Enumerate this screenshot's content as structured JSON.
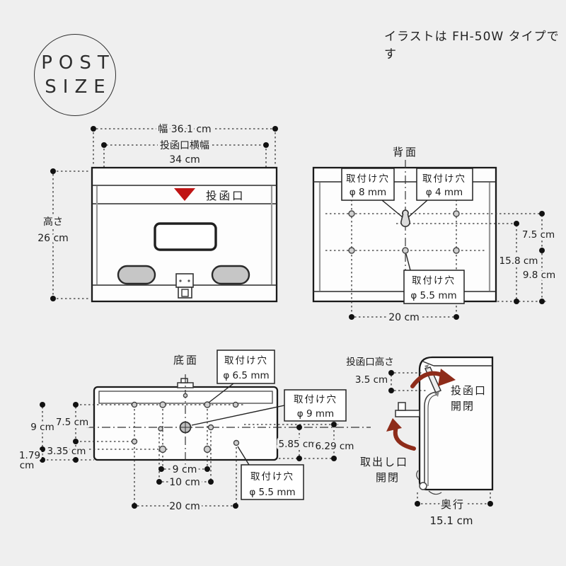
{
  "colors": {
    "background": "#efefef",
    "line": "#1a1a1a",
    "accent_red": "#c01414",
    "arrow_red": "#8e2c1a",
    "hole_gray": "#cfcfcf"
  },
  "logo": {
    "line1": "POST",
    "line2": "SIZE"
  },
  "note": "イラストは FH-50W タイプです",
  "front_view": {
    "width_dim": "幅 36.1 cm",
    "slot_width_label": "投函口横幅",
    "slot_width_value": "34 cm",
    "height_label": "高さ",
    "height_value": "26 cm",
    "slot_label": "投函口"
  },
  "back_view": {
    "title": "背面",
    "callout_hole_8mm": {
      "line1": "取付け穴",
      "line2": "φ 8 mm"
    },
    "callout_hole_4mm": {
      "line1": "取付け穴",
      "line2": "φ 4 mm"
    },
    "callout_hole_5_5mm": {
      "line1": "取付け穴",
      "line2": "φ 5.5 mm"
    },
    "dim_vertical_top": "7.5 cm",
    "dim_vertical_inner": "15.8 cm",
    "dim_vertical_bottom": "9.8 cm",
    "dim_horizontal": "20 cm"
  },
  "bottom_view": {
    "title": "底面",
    "callout_hole_6_5mm": {
      "line1": "取付け穴",
      "line2": "φ 6.5 mm"
    },
    "callout_hole_9mm": {
      "line1": "取付け穴",
      "line2": "φ 9 mm"
    },
    "callout_hole_5_5mm": {
      "line1": "取付け穴",
      "line2": "φ 5.5 mm"
    },
    "dim_left_outer": "9 cm",
    "dim_left_inner": "7.5 cm",
    "dim_left_small_line1": "1.79",
    "dim_left_small_line2": "cm",
    "dim_left_inner_small": "3.35 cm",
    "dim_bottom_9": "9 cm",
    "dim_bottom_10": "10 cm",
    "dim_bottom_20": "20 cm",
    "dim_right_585": "5.85 cm",
    "dim_right_629": "6.29 cm"
  },
  "side_view": {
    "slot_height_label": "投函口高さ",
    "slot_height_value": "3.5 cm",
    "slot_open_line1": "投函口",
    "slot_open_line2": "開閉",
    "outlet_line1": "取出し口",
    "outlet_line2": "開閉",
    "depth_label": "奥行",
    "depth_value": "15.1 cm"
  }
}
